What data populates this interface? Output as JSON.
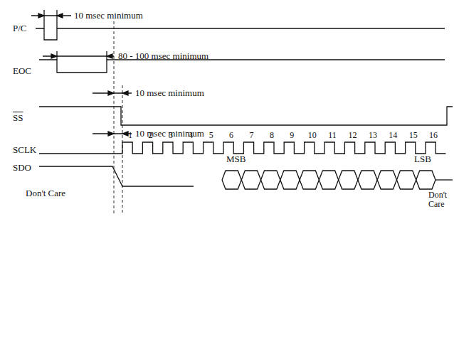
{
  "diagram": {
    "labels": [
      "10 msec minimum",
      "P/C",
      "80 - 100 msec minimum",
      "EOC",
      "10 msec minimum",
      "SS",
      "10 msec minimum",
      "1",
      "2",
      "3",
      "4",
      "5",
      "6",
      "7",
      "8",
      "9",
      "10",
      "11",
      "12",
      "13",
      "14",
      "15",
      "16",
      "SCLK",
      "MSB",
      "LSB",
      "SDO",
      "Don't Care",
      "Don't Care"
    ]
  }
}
